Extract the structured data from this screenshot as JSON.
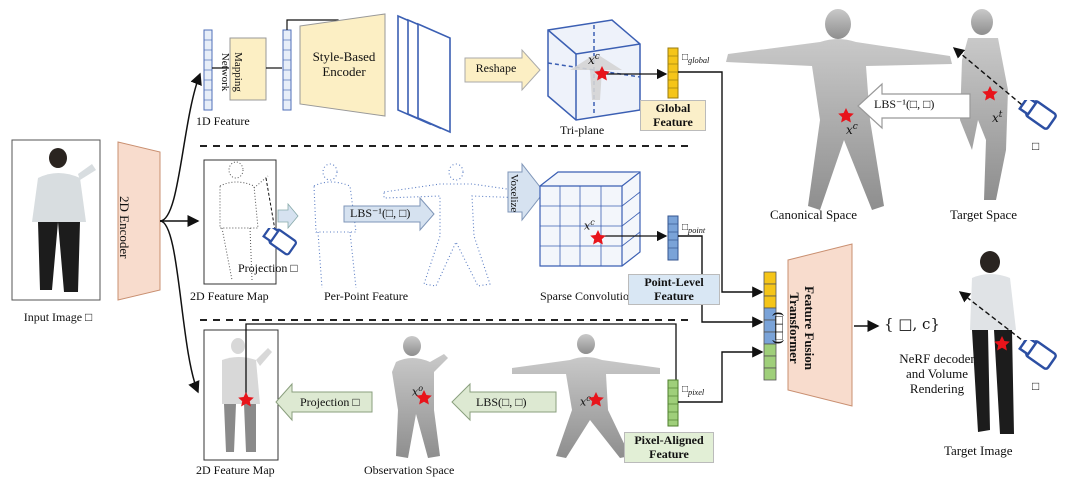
{
  "labels": {
    "input_image": "Input Image",
    "encoder_2d": "2D Encoder",
    "mapping_network_1": "Mapping",
    "mapping_network_2": "Network",
    "feature_1d": "1D Feature",
    "style_encoder_1": "Style-Based",
    "style_encoder_2": "Encoder",
    "reshape": "Reshape",
    "triplane": "Tri-plane",
    "global_sub": "global",
    "global_feature_1": "Global",
    "global_feature_2": "Feature",
    "canonical_space": "Canonical Space",
    "target_space": "Target Space",
    "lbs_inv_top": "LBS⁻¹(□, □)",
    "xc_top": "x",
    "xc_sup": "c",
    "xt": "x",
    "xt_sup": "t",
    "feature_map_2d": "2D Feature Map",
    "projection_mid": "Projection",
    "lbs_inv_mid": "LBS⁻¹(□, □)",
    "per_point_feature": "Per-Point Feature",
    "voxelize": "Voxelize",
    "point_sub": "point",
    "sparse_conv": "Sparse Convolution",
    "point_feature_1": "Point-Level",
    "point_feature_2": "Feature",
    "fusion_1": "Feature Fusion",
    "fusion_2": "Transformer",
    "fusion_3": "(□□□)",
    "sigma_c": "{ □, c}",
    "nerf_1": "NeRF decoder",
    "nerf_2": "and Volume",
    "nerf_3": "Rendering",
    "target_image": "Target Image",
    "projection_bot": "Projection",
    "lbs_bot": "LBS(□, □)",
    "pixel_sub": "pixel",
    "pixel_feature_1": "Pixel-Aligned",
    "pixel_feature_2": "Feature",
    "feature_map_bot": "2D Feature Map",
    "observation_space": "Observation Space",
    "xo": "x",
    "xo_sup": "o",
    "glyph": "□"
  },
  "colors": {
    "encoder_fill": "#f8dccd",
    "mapping_fill": "#fcefc4",
    "style_fill": "#fcefc4",
    "feature_blue": "#4f6fb8",
    "global_tag": "#fbefc9",
    "point_tag": "#d9e7f4",
    "pixel_tag": "#e2efd6",
    "arrow_fill": "#d6e2f0",
    "arrow_green": "#dde9d2",
    "fusion_fill": "#f8dccd",
    "star": "#e8141b"
  }
}
